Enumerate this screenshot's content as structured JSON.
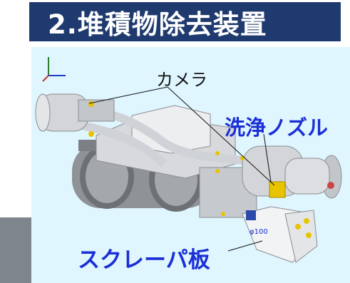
{
  "title": "2.堆積物除去装置",
  "labels": {
    "camera": "カメラ",
    "nozzle": "洗浄ノズル",
    "scraper": "スクレーパ板",
    "dimension": "φ100"
  },
  "colors": {
    "title_bg": "#1f3a6e",
    "title_text": "#ffffff",
    "diagram_bg": "#dff6ff",
    "accent_label": "#1a2fd6"
  }
}
